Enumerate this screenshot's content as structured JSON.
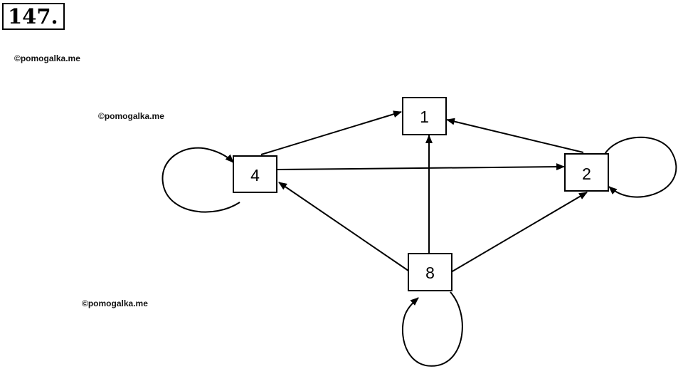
{
  "problem_number": "147.",
  "watermarks": [
    "©pomogalka.me",
    "©pomogalka.me",
    "©pomogalka.me"
  ],
  "nodes": [
    {
      "id": "n1",
      "label": "1"
    },
    {
      "id": "n2",
      "label": "2"
    },
    {
      "id": "n4",
      "label": "4"
    },
    {
      "id": "n8",
      "label": "8"
    }
  ],
  "edges": [
    {
      "from": "4",
      "to": "1"
    },
    {
      "from": "2",
      "to": "1"
    },
    {
      "from": "8",
      "to": "1"
    },
    {
      "from": "4",
      "to": "2"
    },
    {
      "from": "8",
      "to": "4"
    },
    {
      "from": "8",
      "to": "2"
    },
    {
      "from": "4",
      "to": "4"
    },
    {
      "from": "2",
      "to": "2"
    },
    {
      "from": "8",
      "to": "8"
    }
  ],
  "colors": {
    "stroke": "#000000",
    "background": "#ffffff"
  }
}
